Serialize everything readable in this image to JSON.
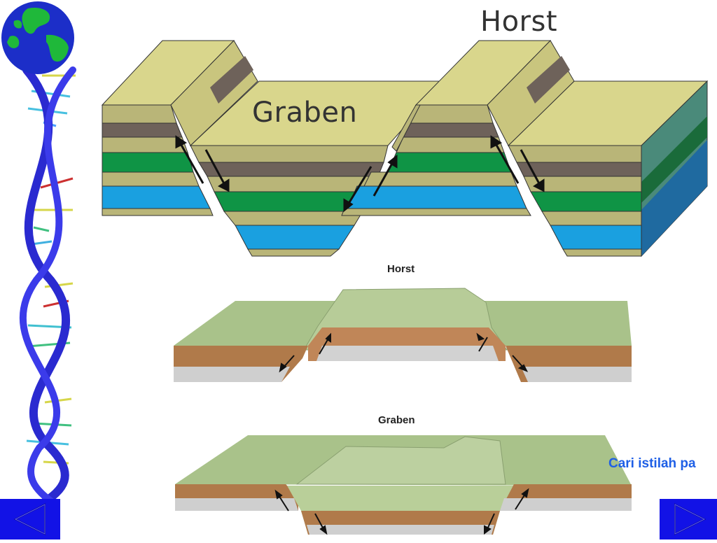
{
  "diagram": {
    "horst_label": "Horst",
    "graben_label": "Graben"
  },
  "landscapes": {
    "horst_caption": "Horst",
    "graben_caption": "Graben"
  },
  "hint": {
    "text": "Cari istilah pa"
  },
  "navigation": {
    "prev_icon": "triangle-left-icon",
    "next_icon": "triangle-right-icon"
  },
  "colors": {
    "nav_button": "#1212e6",
    "hint_text": "#1e5fe6",
    "stratum_khaki": "#b9b578",
    "stratum_brown": "#6e625a",
    "stratum_green": "#0f9445",
    "stratum_blue": "#1aa0e0",
    "top_surface": "#d9d68c"
  }
}
